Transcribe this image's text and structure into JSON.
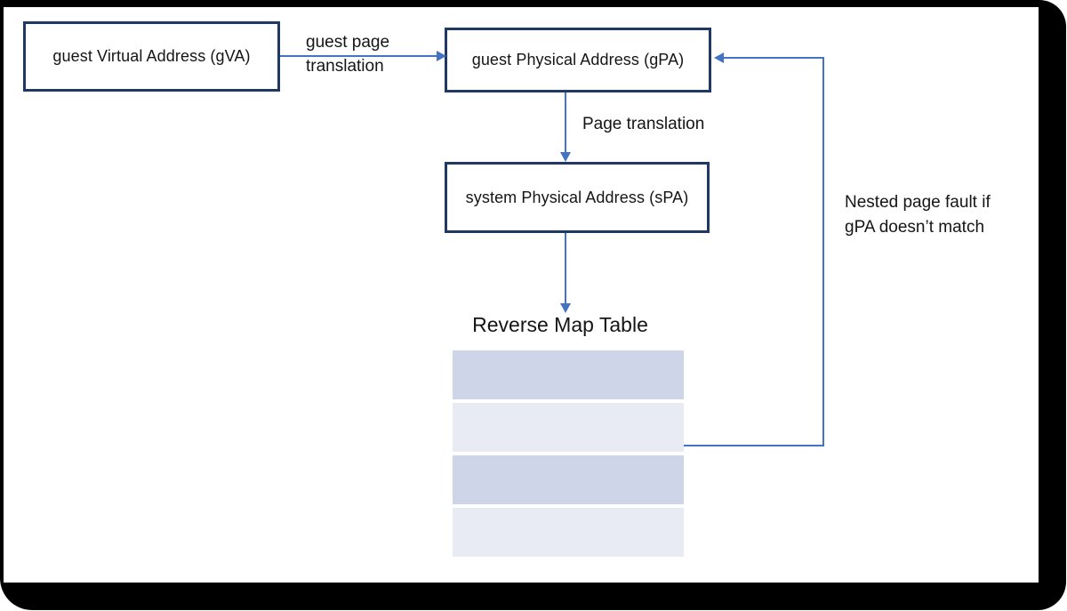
{
  "diagram": {
    "title": "Reverse Map Table",
    "boxes": {
      "gva": {
        "label": "guest Virtual Address (gVA)"
      },
      "gpa": {
        "label": "guest Physical Address (gPA)"
      },
      "spa": {
        "label": "system Physical Address (sPA)"
      }
    },
    "edge_labels": {
      "guest_page_translation": "guest page\ntranslation",
      "page_translation": "Page translation",
      "nested_page_fault": "Nested page fault if\ngPA doesn’t match"
    },
    "table": {
      "name": "Reverse Map Table",
      "rows": 4
    }
  },
  "colors": {
    "box_border": "#1f3864",
    "arrow": "#4472c4",
    "row_dark": "#cfd5e9",
    "row_light": "#e9ebf4",
    "frame": "#000000"
  }
}
